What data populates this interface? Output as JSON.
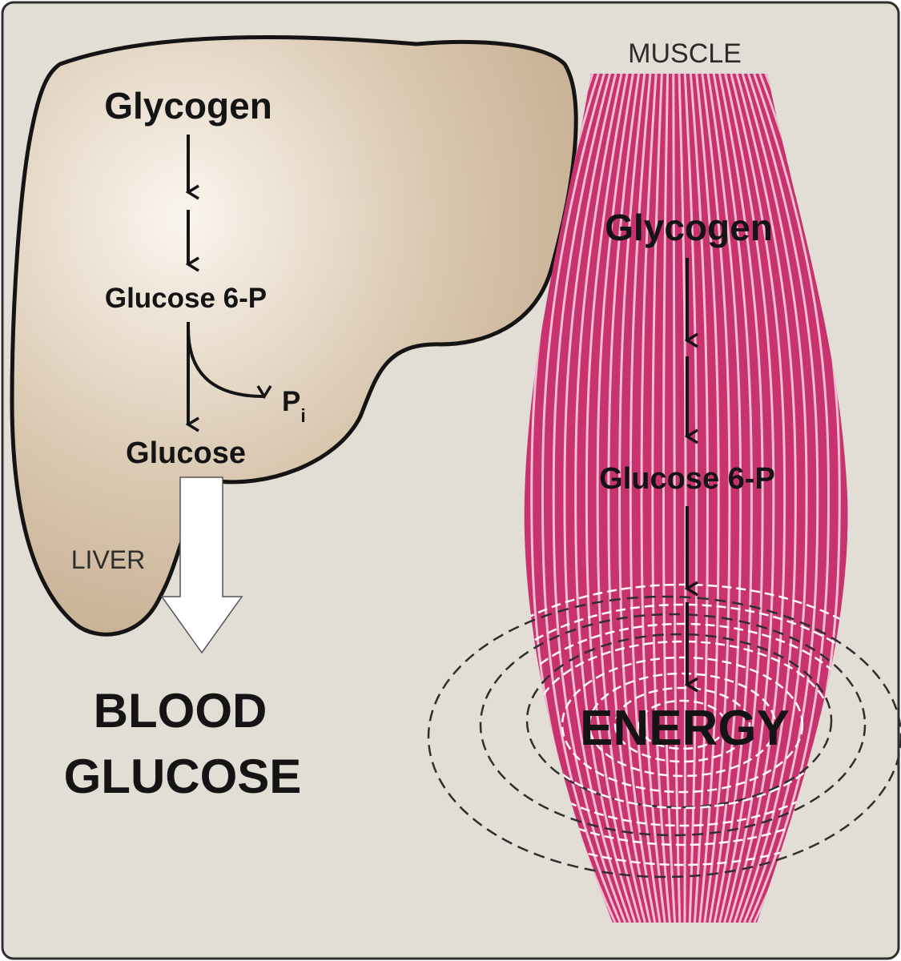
{
  "colors": {
    "panel_background": "#e2ddd5",
    "panel_border": "#2f2f2f",
    "liver_fill": "#c2a98a",
    "liver_highlight": "#faf5ee",
    "muscle_fiber": "#c8326e",
    "muscle_fiber_light": "#f3bdd2",
    "arrow": "#141414",
    "blood_arrow": "#ffffff",
    "energy_rings_outer": "#2f2f2f",
    "energy_rings_inner": "#ffffff"
  },
  "liver": {
    "label": "LIVER",
    "glycogen": "Glycogen",
    "glucose6p": "Glucose 6-P",
    "pi_main": "P",
    "pi_sub": "i",
    "glucose": "Glucose"
  },
  "blood": {
    "line1": "BLOOD",
    "line2": "GLUCOSE"
  },
  "muscle": {
    "label": "MUSCLE",
    "glycogen": "Glycogen",
    "glucose6p": "Glucose 6-P",
    "energy": "ENERGY"
  },
  "icons": {
    "pathway_arrow": "down-arrow-icon",
    "release_arrow": "hollow-down-arrow-icon"
  }
}
